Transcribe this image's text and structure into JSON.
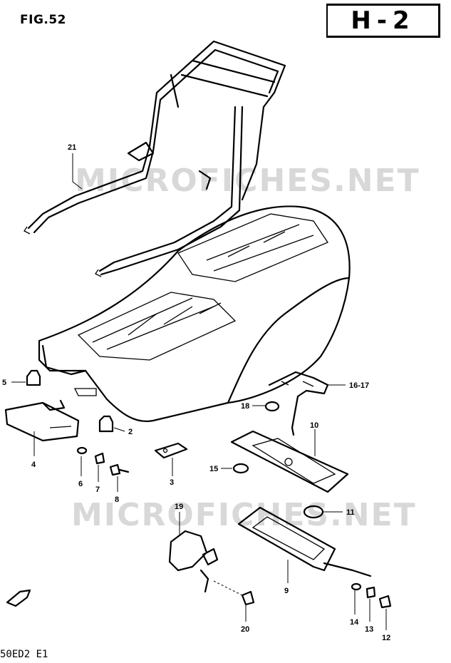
{
  "figure_label": "FIG.52",
  "section_code": "H-2",
  "footer_code": "50ED2 E1",
  "watermark": "MICROFICHES.NET",
  "callouts": {
    "c21": "21",
    "c5": "5",
    "c2": "2",
    "c4": "4",
    "c6": "6",
    "c7": "7",
    "c8": "8",
    "c3": "3",
    "c15": "15",
    "c16_17": "16-17",
    "c18": "18",
    "c10": "10",
    "c11": "11",
    "c19": "19",
    "c9": "9",
    "c20": "20",
    "c14": "14",
    "c13": "13",
    "c12": "12"
  }
}
